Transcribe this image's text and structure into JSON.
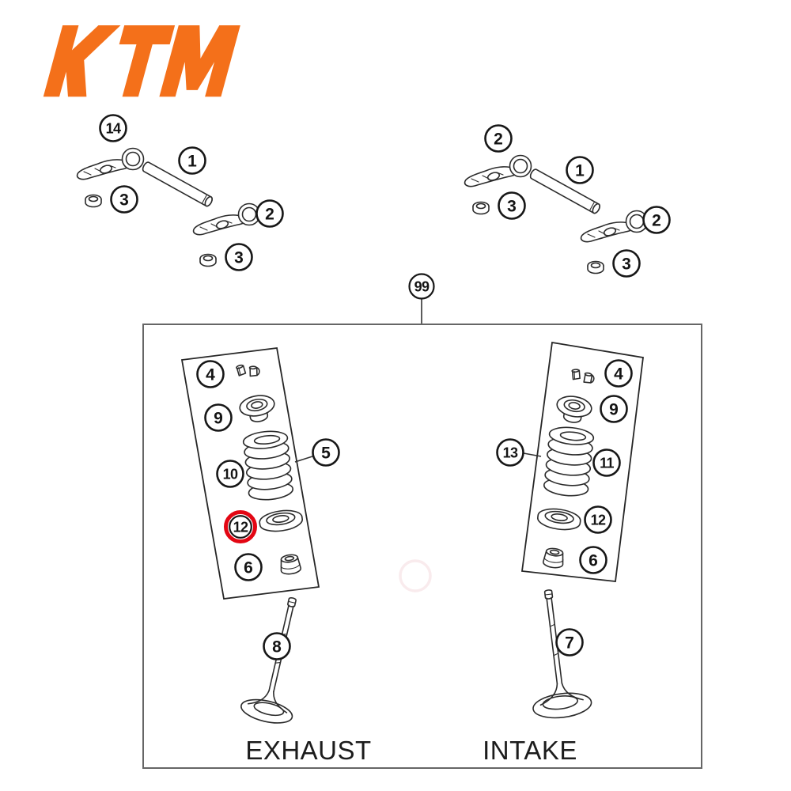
{
  "logo": {
    "brand": "KTM",
    "color": "#f4701a"
  },
  "diagram": {
    "labels": {
      "exhaust": "EXHAUST",
      "intake": "INTAKE"
    },
    "callouts": {
      "tl14": "14",
      "tl1": "1",
      "tl3a": "3",
      "tl2": "2",
      "tl3b": "3",
      "tr2a": "2",
      "tr1": "1",
      "tr3a": "3",
      "tr2b": "2",
      "tr3b": "3",
      "n99": "99",
      "ex4": "4",
      "ex9": "9",
      "ex10": "10",
      "ex12": "12",
      "ex6": "6",
      "ex5": "5",
      "ex8": "8",
      "in4": "4",
      "in9": "9",
      "in11": "11",
      "in12": "12",
      "in6": "6",
      "in13": "13",
      "in7": "7"
    },
    "highlight": {
      "label": "12",
      "color": "#e30613"
    },
    "line_color": "#2b2b2b"
  }
}
